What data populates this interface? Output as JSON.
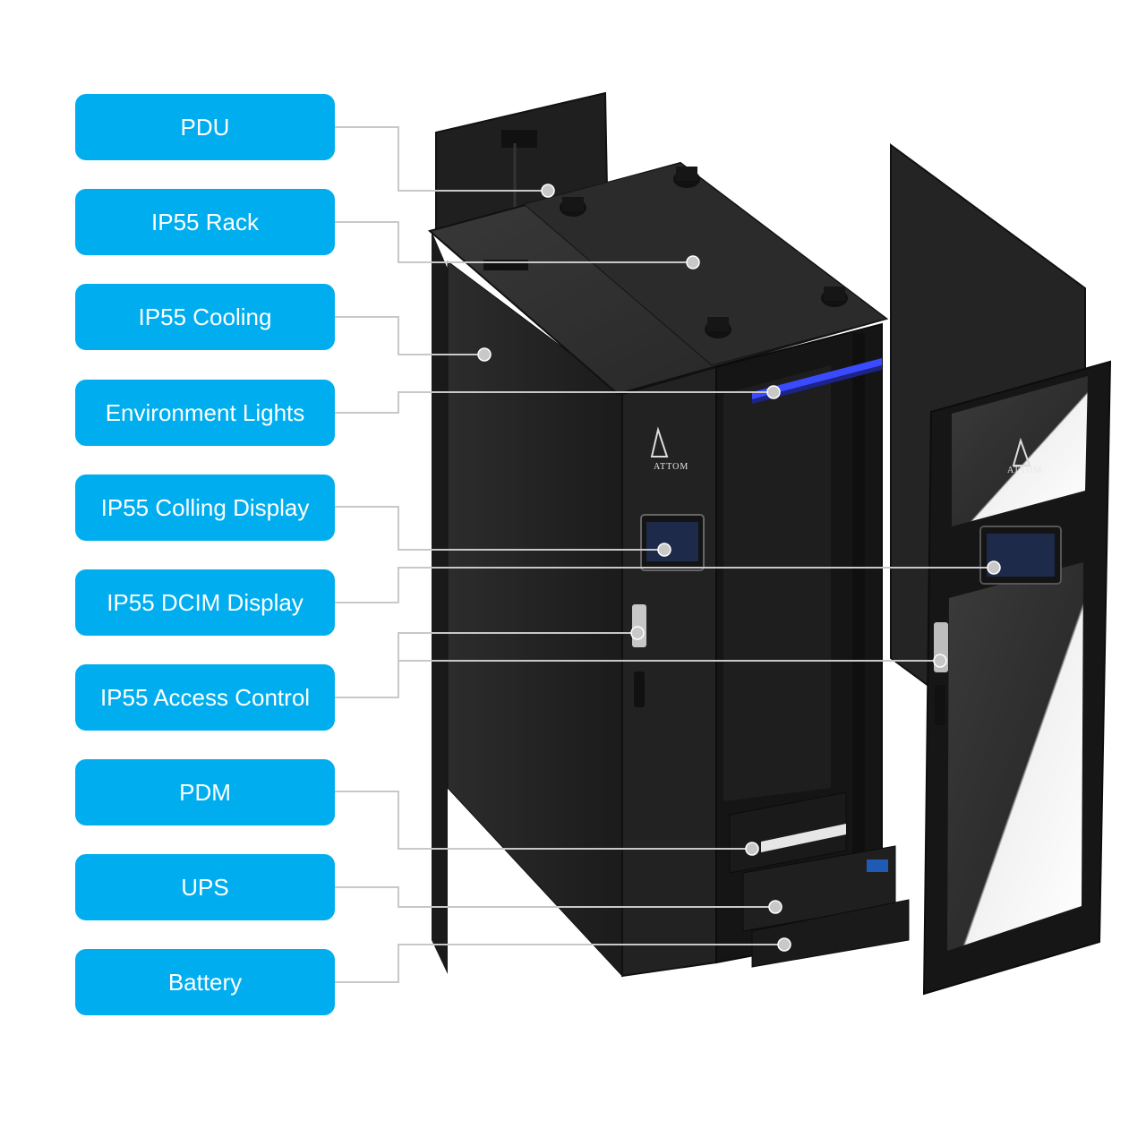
{
  "labels": [
    {
      "text": "PDU"
    },
    {
      "text": "IP55 Rack"
    },
    {
      "text": "IP55 Cooling"
    },
    {
      "text": "Environment Lights"
    },
    {
      "text": "IP55 Colling Display"
    },
    {
      "text": "IP55 DCIM Display"
    },
    {
      "text": "IP55 Access Control"
    },
    {
      "text": "PDM"
    },
    {
      "text": "UPS"
    },
    {
      "text": "Battery"
    }
  ],
  "brand": {
    "name": "ATTOM"
  },
  "colors": {
    "label_bg": "#00aeef",
    "label_text": "#ffffff",
    "leader_line": "#c8c8c8",
    "cabinet": "#2a2a2a",
    "env_light": "#3a4bff"
  }
}
